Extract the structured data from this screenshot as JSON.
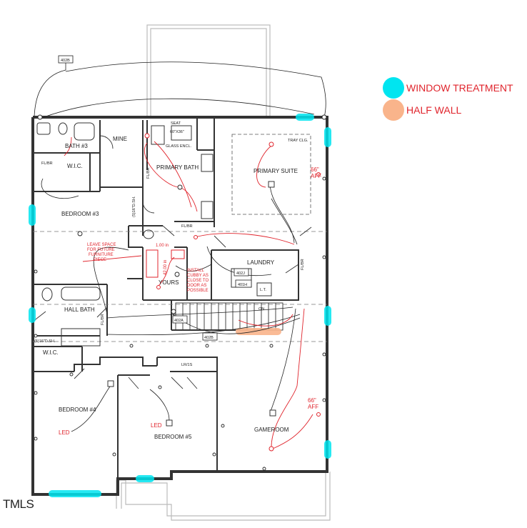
{
  "legend": [
    {
      "label": "WINDOW TREATMENT",
      "color": "#00e5f0"
    },
    {
      "label": "HALF WALL",
      "color": "#f9b48b"
    }
  ],
  "watermark": "TMLS",
  "tags": {
    "top": "402B",
    "stair1": "402A",
    "stair2": "402B",
    "laundry_a": "402J",
    "laundry_b": "401H"
  },
  "rooms": {
    "bath3": "BATH #3",
    "mine": "MINE",
    "seat": "SEAT",
    "shower": "60\"X36\"",
    "glass": "GLASS ENCL.",
    "primary_bath": "PRIMARY BATH",
    "tray": "TRAY CLG.",
    "primary_suite": "PRIMARY SUITE",
    "wic1": "W.I.C.",
    "bedroom3": "BEDROOM #3",
    "yours": "YOURS",
    "laundry": "LAUNDRY",
    "lt": "L.T.",
    "hall_bath": "HALL BATH",
    "on": "ON",
    "wic2": "W.I.C.",
    "bedroom4": "BEDROOM #4",
    "bedroom5": "BEDROOM #5",
    "gameroom": "GAMEROOM",
    "flbr1": "FL/BR",
    "flbr2": "FL/BR",
    "flbr3": "FL/BR",
    "flbr4": "FL/BR",
    "flbr5": "FL/BR",
    "dsh": "(5)16\"D.SH.",
    "dsh2": "(5)16\"D.SH.",
    "lris": "LR/1S"
  },
  "notes": {
    "leave_space": [
      "LEAVE SPACE",
      "FOR FUTURE",
      "FURNITURE",
      "PIECE"
    ],
    "install": [
      "INSTALL",
      "CUBBY AS",
      "CLOSE TO",
      "DOOR AS",
      "POSSIBLE"
    ],
    "aff1": [
      "66\"",
      "AFF"
    ],
    "aff2": [
      "66\"",
      "AFF"
    ],
    "led1": "LED",
    "led2": "LED",
    "dim1": "1.00 in",
    "dim2": "42.00 in"
  }
}
